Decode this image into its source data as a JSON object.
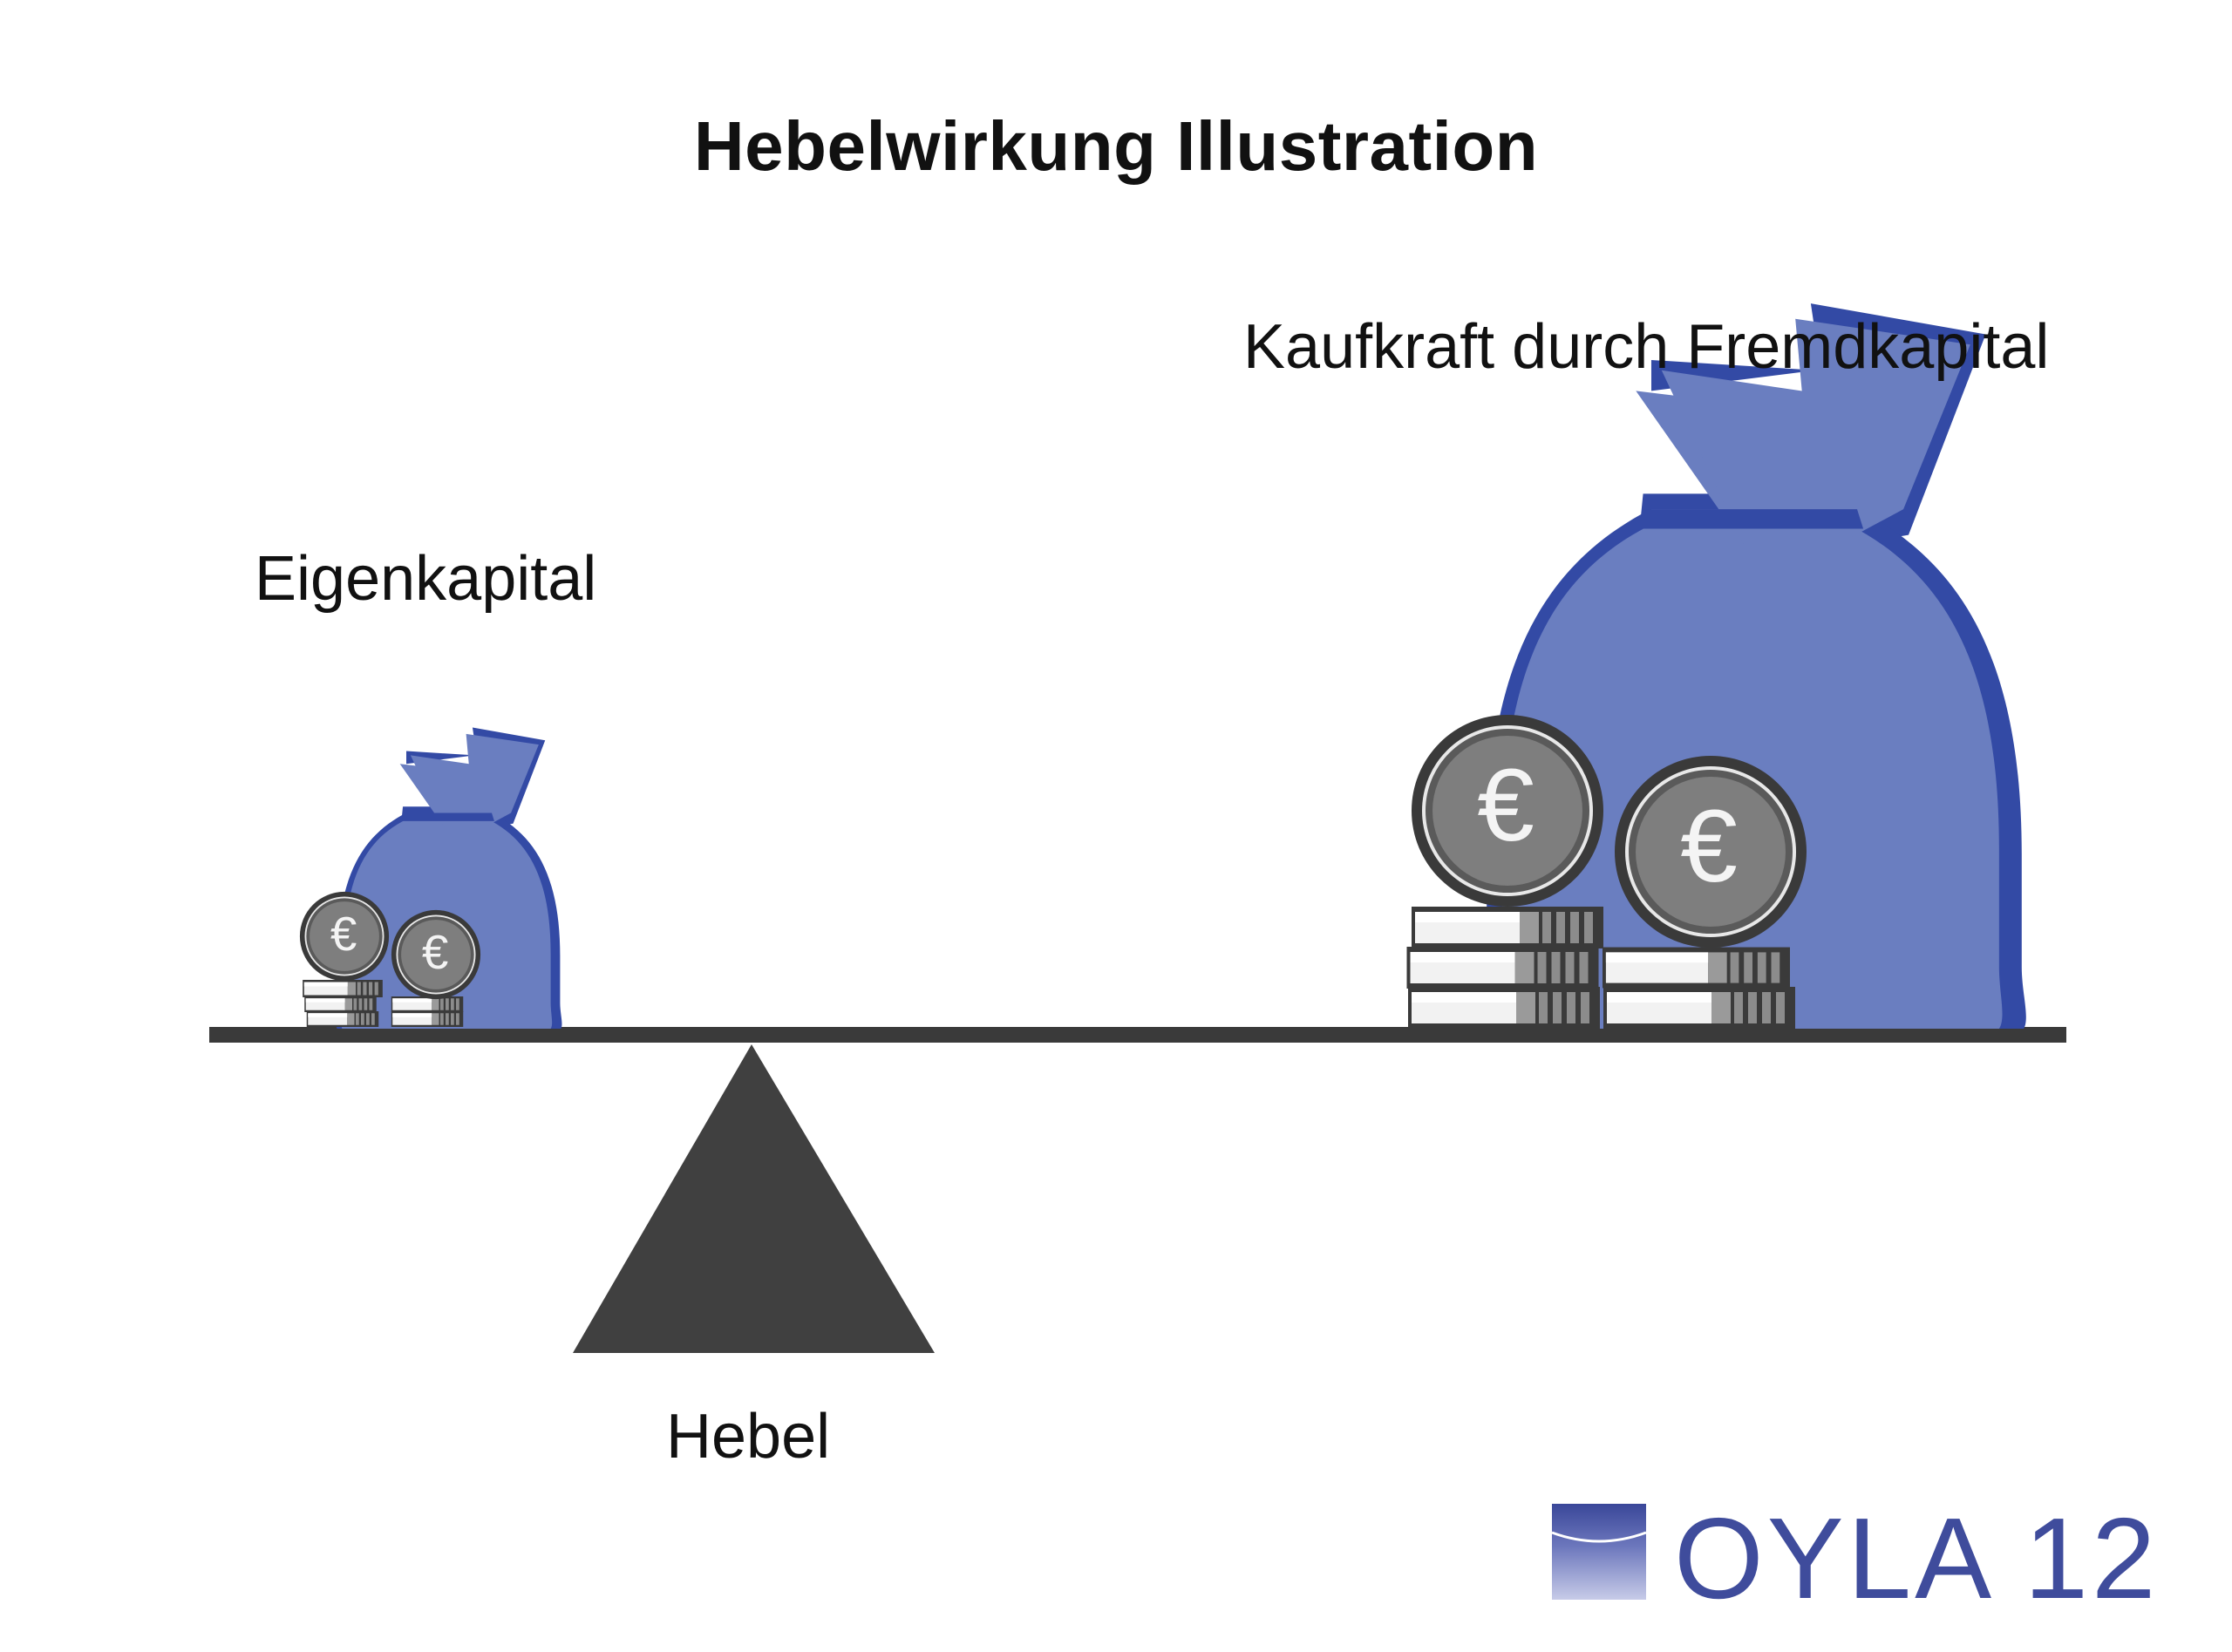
{
  "title": "Hebelwirkung Illustration",
  "labels": {
    "left": "Eigenkapital",
    "right": "Kaufkraft durch Fremdkapital",
    "fulcrum": "Hebel"
  },
  "logo": {
    "text": "OYLA 12"
  },
  "icons": {
    "bag": "money-bag-icon",
    "coin": "euro-coin-icon",
    "coin_symbol": "€",
    "stack": "coin-stack-icon"
  },
  "colors": {
    "bag_fill": "#6a7ec0",
    "bag_edge": "#334aa5",
    "coin_outer": "#3a3a3a",
    "coin_inner": "#7e7e7e",
    "beam": "#3a3a3a",
    "fulcrum": "#404040",
    "logo": "#3f4c9c"
  }
}
